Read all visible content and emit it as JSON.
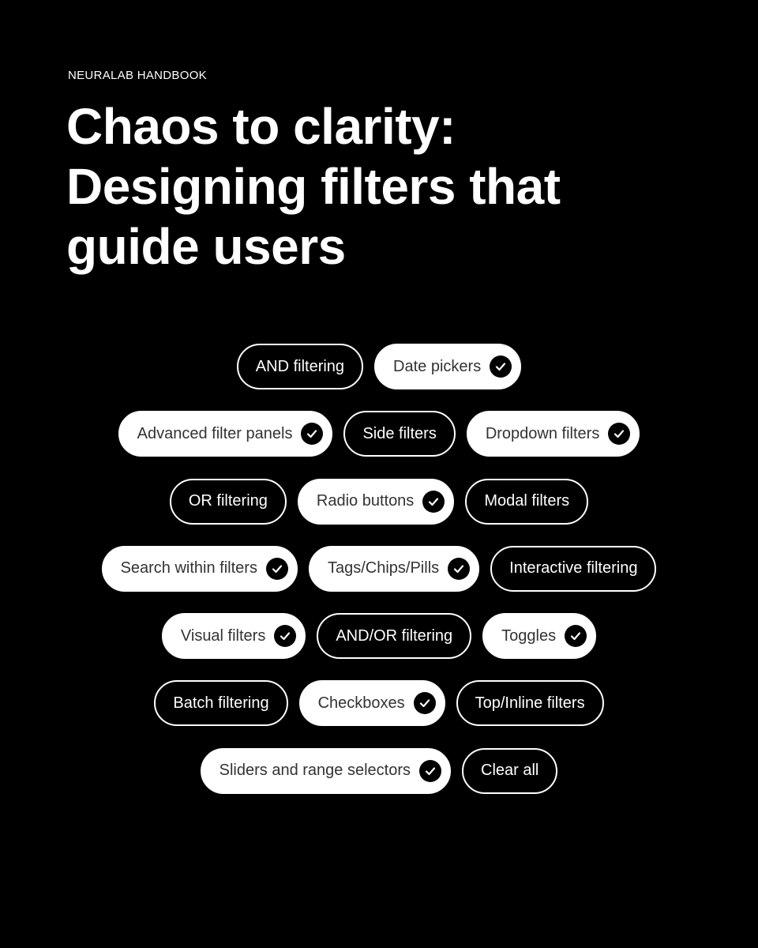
{
  "header": {
    "eyebrow": "NEURALAB HANDBOOK",
    "title_lines": [
      "Chaos to clarity:",
      "Designing filters that",
      "guide users"
    ]
  },
  "colors": {
    "background": "#000000",
    "text": "#ffffff",
    "chip_selected_bg": "#ffffff",
    "chip_selected_text": "#333333",
    "check_bg": "#000000"
  },
  "chip_rows": [
    [
      {
        "label": "AND filtering",
        "selected": false
      },
      {
        "label": "Date pickers",
        "selected": true
      }
    ],
    [
      {
        "label": "Advanced filter panels",
        "selected": true
      },
      {
        "label": "Side filters",
        "selected": false
      },
      {
        "label": "Dropdown filters",
        "selected": true
      }
    ],
    [
      {
        "label": "OR filtering",
        "selected": false
      },
      {
        "label": "Radio buttons",
        "selected": true
      },
      {
        "label": "Modal filters",
        "selected": false
      }
    ],
    [
      {
        "label": "Search within filters",
        "selected": true
      },
      {
        "label": "Tags/Chips/Pills",
        "selected": true
      },
      {
        "label": "Interactive filtering",
        "selected": false
      }
    ],
    [
      {
        "label": "Visual filters",
        "selected": true
      },
      {
        "label": "AND/OR filtering",
        "selected": false
      },
      {
        "label": "Toggles",
        "selected": true
      }
    ],
    [
      {
        "label": "Batch filtering",
        "selected": false
      },
      {
        "label": "Checkboxes",
        "selected": true
      },
      {
        "label": "Top/Inline filters",
        "selected": false
      }
    ],
    [
      {
        "label": "Sliders and range selectors",
        "selected": true
      },
      {
        "label": "Clear all",
        "selected": false
      }
    ]
  ],
  "check_icon": "checkmark-icon"
}
